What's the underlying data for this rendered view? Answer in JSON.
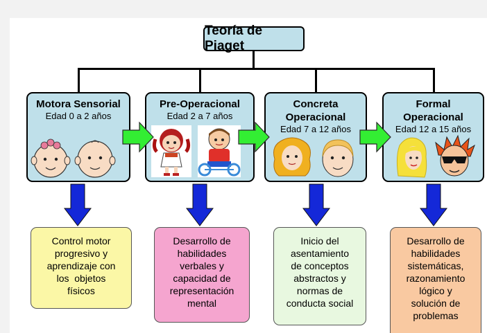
{
  "title": "Teoría de Piaget",
  "colors": {
    "stage_fill": "#bfe0ea",
    "side_arrow": "#33ee33",
    "down_arrow": "#1428d8",
    "desc_1": "#fbf7a6",
    "desc_2": "#f5a5cf",
    "desc_3": "#e8f8e0",
    "desc_4": "#f9c9a1"
  },
  "stages": [
    {
      "title_lines": [
        "Motora Sensorial"
      ],
      "age": "Edad 0 a 2 años",
      "icons": [
        "baby-girl-face-icon",
        "baby-boy-face-icon"
      ],
      "description_lines": [
        "Control motor",
        "progresivo y",
        "aprendizaje con",
        "los  objetos",
        "físicos"
      ]
    },
    {
      "title_lines": [
        "Pre-Operacional"
      ],
      "age": "Edad 2 a 7 años",
      "icons": [
        "girl-child-icon",
        "boy-on-bike-icon"
      ],
      "description_lines": [
        "Desarrollo de",
        "habilidades",
        "verbales y",
        "capacidad de",
        "representación",
        "mental"
      ]
    },
    {
      "title_lines": [
        "Concreta",
        "Operacional"
      ],
      "age": "Edad 7 a 12 años",
      "icons": [
        "girl-curly-hair-icon",
        "boy-face-icon"
      ],
      "description_lines": [
        "Inicio del",
        "asentamiento",
        "de conceptos",
        "abstractos y",
        "normas de",
        "conducta social"
      ]
    },
    {
      "title_lines": [
        "Formal",
        "Operacional"
      ],
      "age": "Edad 12 a 15 años",
      "icons": [
        "teen-girl-blonde-icon",
        "teen-boy-sunglasses-icon"
      ],
      "description_lines": [
        "Desarrollo de",
        "habilidades",
        "sistemáticas,",
        "razonamiento",
        "lógico y",
        "solución de",
        "problemas"
      ]
    }
  ]
}
